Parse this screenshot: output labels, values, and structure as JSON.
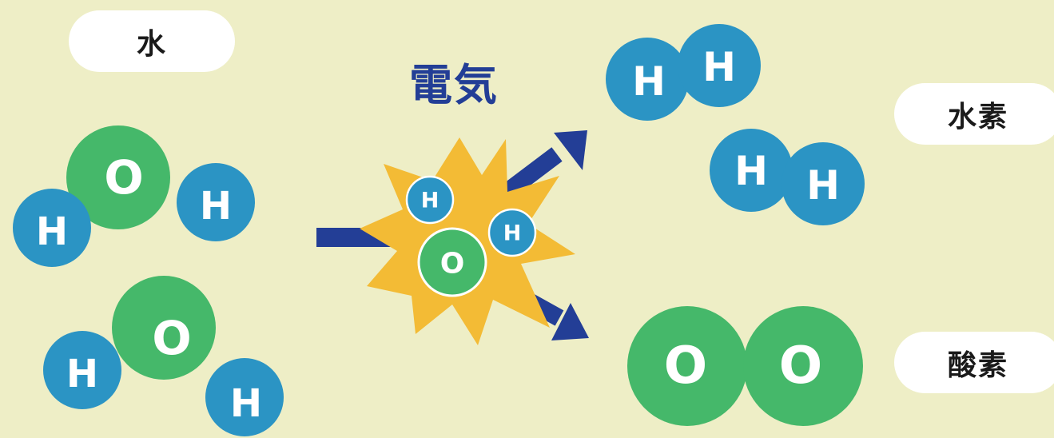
{
  "labels": {
    "water": "水",
    "electricity": "電気",
    "hydrogen": "水素",
    "oxygen": "酸素"
  },
  "atoms": {
    "hydrogen_symbol": "H",
    "oxygen_symbol": "O"
  },
  "colors": {
    "background": "#eeeec6",
    "hydrogen_atom": "#2b94c4",
    "oxygen_atom": "#45b86a",
    "arrow": "#233e96",
    "burst": "#f3bb35",
    "electricity_text": "#233e96",
    "label_pill": "#ffffff"
  }
}
